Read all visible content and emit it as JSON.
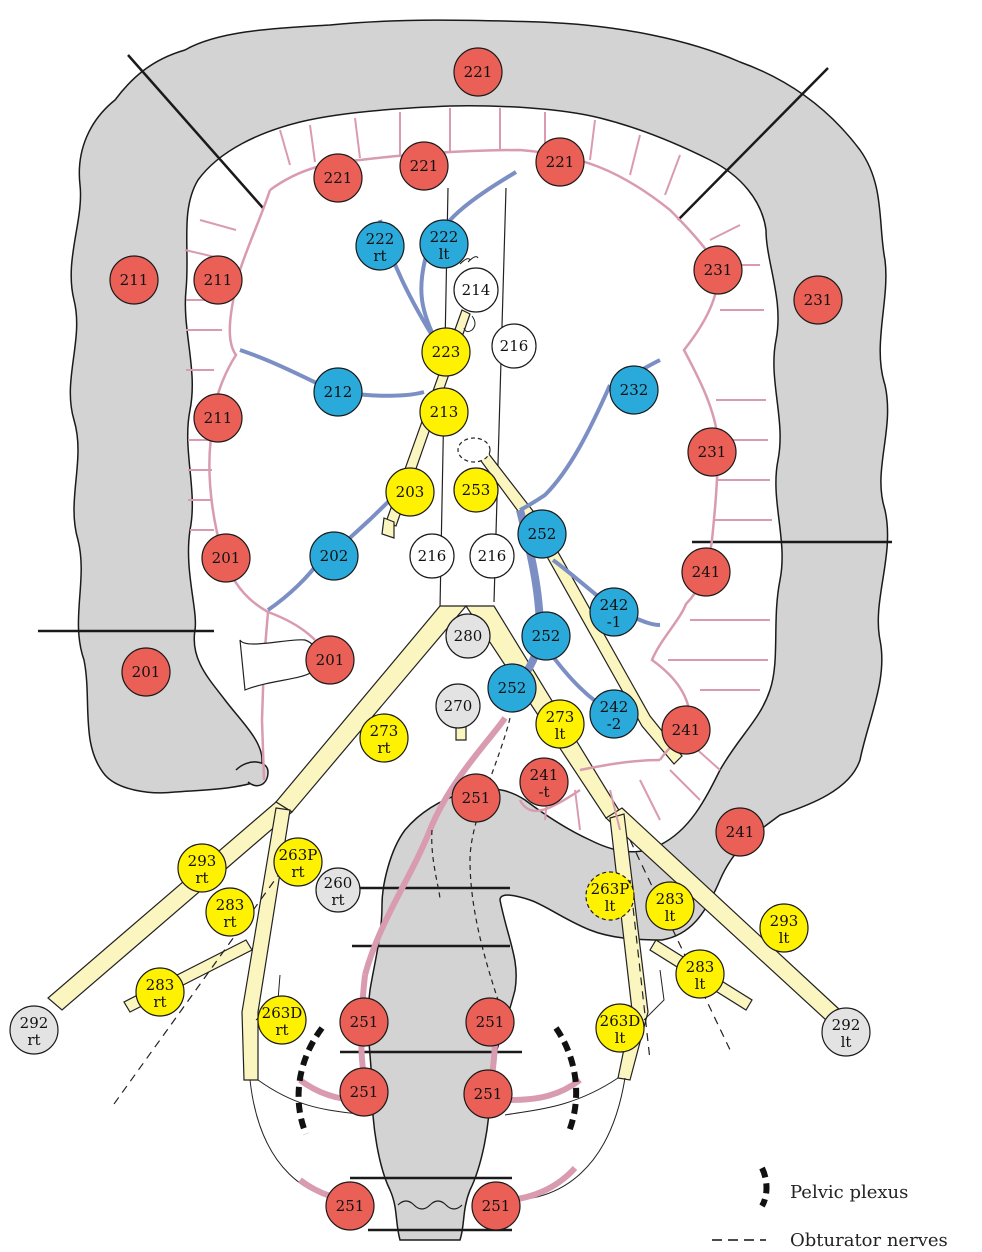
{
  "colors": {
    "colon_fill": "#d3d3d4",
    "colon_stroke": "#1a1a1a",
    "marginal_vessel": "#d99bb0",
    "vein": "#7b8fc4",
    "artery": "#fbf5c0",
    "red_node": "#ea5f56",
    "blue_node": "#2aa9db",
    "yellow_node": "#fff200",
    "gray_node": "#e3e3e4",
    "white_node": "#ffffff"
  },
  "nodes": [
    {
      "label": "221",
      "sub": "",
      "color": "red"
    },
    {
      "label": "221",
      "sub": "",
      "color": "red"
    },
    {
      "label": "221",
      "sub": "",
      "color": "red"
    },
    {
      "label": "221",
      "sub": "",
      "color": "red"
    },
    {
      "label": "222",
      "sub": "rt",
      "color": "blue"
    },
    {
      "label": "222",
      "sub": "lt",
      "color": "blue"
    },
    {
      "label": "214",
      "sub": "",
      "color": "white"
    },
    {
      "label": "211",
      "sub": "",
      "color": "red"
    },
    {
      "label": "211",
      "sub": "",
      "color": "red"
    },
    {
      "label": "211",
      "sub": "",
      "color": "red"
    },
    {
      "label": "231",
      "sub": "",
      "color": "red"
    },
    {
      "label": "231",
      "sub": "",
      "color": "red"
    },
    {
      "label": "231",
      "sub": "",
      "color": "red"
    },
    {
      "label": "223",
      "sub": "",
      "color": "yellow"
    },
    {
      "label": "216",
      "sub": "",
      "color": "white"
    },
    {
      "label": "212",
      "sub": "",
      "color": "blue"
    },
    {
      "label": "213",
      "sub": "",
      "color": "yellow"
    },
    {
      "label": "232",
      "sub": "",
      "color": "blue"
    },
    {
      "label": "203",
      "sub": "",
      "color": "yellow"
    },
    {
      "label": "253",
      "sub": "",
      "color": "yellow"
    },
    {
      "label": "252",
      "sub": "",
      "color": "blue"
    },
    {
      "label": "201",
      "sub": "",
      "color": "red"
    },
    {
      "label": "202",
      "sub": "",
      "color": "blue"
    },
    {
      "label": "216",
      "sub": "",
      "color": "white"
    },
    {
      "label": "216",
      "sub": "",
      "color": "white"
    },
    {
      "label": "241",
      "sub": "",
      "color": "red"
    },
    {
      "label": "242",
      "sub": "-1",
      "color": "blue"
    },
    {
      "label": "280",
      "sub": "",
      "color": "gray"
    },
    {
      "label": "252",
      "sub": "",
      "color": "blue"
    },
    {
      "label": "201",
      "sub": "",
      "color": "red"
    },
    {
      "label": "201",
      "sub": "",
      "color": "red"
    },
    {
      "label": "270",
      "sub": "",
      "color": "gray"
    },
    {
      "label": "252",
      "sub": "",
      "color": "blue"
    },
    {
      "label": "273",
      "sub": "rt",
      "color": "yellow"
    },
    {
      "label": "273",
      "sub": "lt",
      "color": "yellow"
    },
    {
      "label": "242",
      "sub": "-2",
      "color": "blue"
    },
    {
      "label": "241",
      "sub": "",
      "color": "red"
    },
    {
      "label": "241",
      "sub": "-t",
      "color": "red"
    },
    {
      "label": "251",
      "sub": "",
      "color": "red"
    },
    {
      "label": "241",
      "sub": "",
      "color": "red"
    },
    {
      "label": "293",
      "sub": "rt",
      "color": "yellow"
    },
    {
      "label": "263P",
      "sub": "rt",
      "color": "yellow"
    },
    {
      "label": "260",
      "sub": "rt",
      "color": "gray"
    },
    {
      "label": "283",
      "sub": "rt",
      "color": "yellow"
    },
    {
      "label": "263P",
      "sub": "lt",
      "color": "yellow"
    },
    {
      "label": "283",
      "sub": "lt",
      "color": "yellow"
    },
    {
      "label": "293",
      "sub": "lt",
      "color": "yellow"
    },
    {
      "label": "292",
      "sub": "rt",
      "color": "gray"
    },
    {
      "label": "283",
      "sub": "rt",
      "color": "yellow"
    },
    {
      "label": "263D",
      "sub": "rt",
      "color": "yellow"
    },
    {
      "label": "251",
      "sub": "",
      "color": "red"
    },
    {
      "label": "251",
      "sub": "",
      "color": "red"
    },
    {
      "label": "283",
      "sub": "lt",
      "color": "yellow"
    },
    {
      "label": "292",
      "sub": "lt",
      "color": "gray"
    },
    {
      "label": "263D",
      "sub": "lt",
      "color": "yellow"
    },
    {
      "label": "251",
      "sub": "",
      "color": "red"
    },
    {
      "label": "251",
      "sub": "",
      "color": "red"
    },
    {
      "label": "251",
      "sub": "",
      "color": "red"
    },
    {
      "label": "251",
      "sub": "",
      "color": "red"
    }
  ],
  "legend": {
    "pelvic_plexus": "Pelvic plexus",
    "obturator_nerves": "Obturator nerves"
  }
}
